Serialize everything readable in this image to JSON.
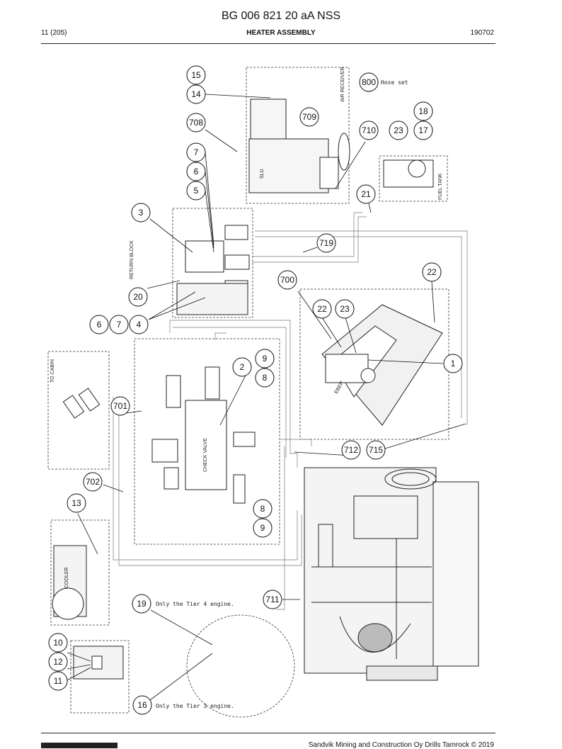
{
  "header": {
    "doc_title": "BG 006 821 20 aA NSS",
    "page": "11 (205)",
    "section": "HEATER ASSEMBLY",
    "date": "190702"
  },
  "footer": {
    "text": "Sandvik Mining and Construction Oy Drills Tamrock © 2019"
  },
  "drawing": {
    "callouts": [
      "15",
      "14",
      "709",
      "708",
      "7",
      "6",
      "5",
      "3",
      "20",
      "6",
      "7",
      "4",
      "800",
      "18",
      "710",
      "23",
      "17",
      "21",
      "719",
      "700",
      "22",
      "22",
      "23",
      "1",
      "2",
      "9",
      "8",
      "701",
      "702",
      "13",
      "712",
      "715",
      "8",
      "9",
      "19",
      "711",
      "10",
      "12",
      "11",
      "16"
    ],
    "notes": {
      "hose_set": "Hose set",
      "tier4": "Only the Tier 4 engine.",
      "tier3": "Only the Tier 3 engine."
    },
    "labels": {
      "air_receiver": "AIR RECEIVER",
      "slu": "SLU",
      "fuel_tank": "FUEL TANK",
      "return_block": "RETURN BLOCK",
      "to_cabin": "TO CABIN",
      "check_valve": "CHECK VALVE",
      "eber": "EBER",
      "cooler": "COOLER"
    }
  }
}
